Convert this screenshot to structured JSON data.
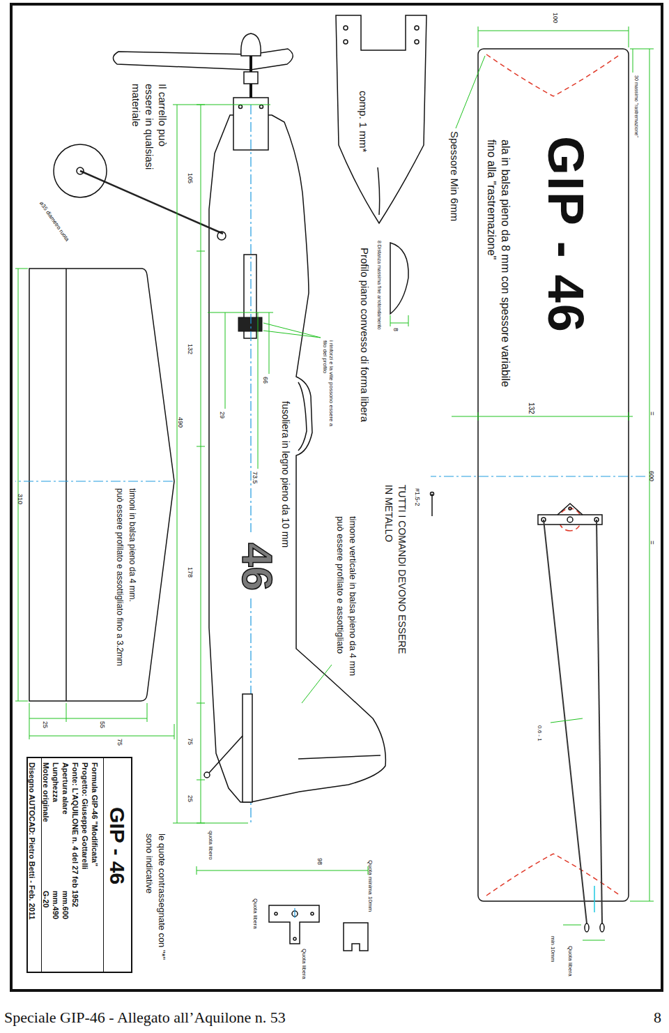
{
  "diagram": {
    "title": "GIP - 46",
    "caption": "Speciale GIP-46 - Allegato all’Aquilone n. 53",
    "nodes": [
      {
        "text": [
          "GIP - 46",
          "Formula GIP-46 \"Modificata\"",
          "Progetto: Giuseppe Gottarelli",
          "Fonte: L'AQUILONE n. 4 del 27 feb 1952",
          "Apertura alare",
          "mm.600",
          "Lunghezza",
          "mm.490",
          "Motore originale",
          "G-20",
          "Disegno AUTOCAD: Pietro Betti - Feb. 2011"
        ]
      }
    ],
    "labels": [
      "ala in balsa pieno da 8 mm con spessore variabile",
      "fino alla \"rastremazione\"",
      "Spessore Min 6mm",
      "100",
      "30 massimo \"rastremazione\"",
      "=",
      "600",
      "=",
      "132",
      "comp. 1 mm*",
      "8 Distanza massima fine arrotondamento",
      "8",
      "Profilo piano convesso di forma libera",
      "i rinforzi e la vite possono essere a filo del profilo",
      "66",
      "29",
      "73.5",
      "fusoliera in legno pieno da 10 mm",
      "46",
      "TUTTI I COMANDI DEVONO ESSERE",
      "IN METALLO",
      "#1.5-2",
      "timone verticale in balsa pieno da 4 mm",
      "può essere profilato e assottigliato",
      "0.6 - 1",
      "min 10mm",
      "Quota libera",
      "Il carrello può",
      "essere in qualsiasi",
      "materiale",
      "ø35 diametro ruota",
      "105",
      "132",
      "490",
      "178",
      "75",
      "25",
      "timoni in balsa pieno da 4 mm.",
      "può essere profilato e assottigliato fino a 3.2mm",
      "310",
      "25",
      "55",
      "75",
      "le quote contrassegnate con \"*\"",
      "sono indicative",
      "Quota minima 10mm",
      "Quota libera",
      "Quota libera",
      "quota libero",
      "98",
      "8"
    ]
  }
}
